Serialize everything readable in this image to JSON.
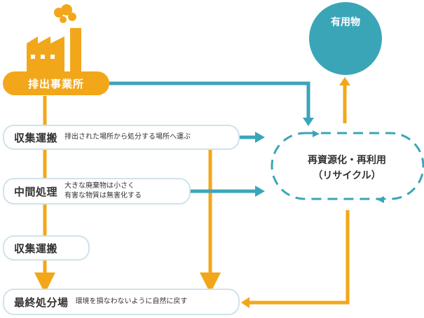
{
  "colors": {
    "orange": "#f2a71b",
    "teal": "#3ba5b8",
    "box_border": "#cfe3ea",
    "text": "#333333"
  },
  "source": {
    "label": "排出事業所"
  },
  "product": {
    "label": "有用物"
  },
  "recycle": {
    "line1": "再資源化・再利用",
    "line2": "（リサイクル）"
  },
  "steps": [
    {
      "title": "収集運搬",
      "desc": [
        "排出された場所から処分する場所へ運ぶ"
      ]
    },
    {
      "title": "中間処理",
      "desc": [
        "大きな廃棄物は小さく",
        "有害な物質は無害化する"
      ]
    },
    {
      "title": "収集運搬",
      "desc": []
    },
    {
      "title": "最終処分場",
      "desc": [
        "環境を損なわないように自然に戻す"
      ]
    }
  ]
}
